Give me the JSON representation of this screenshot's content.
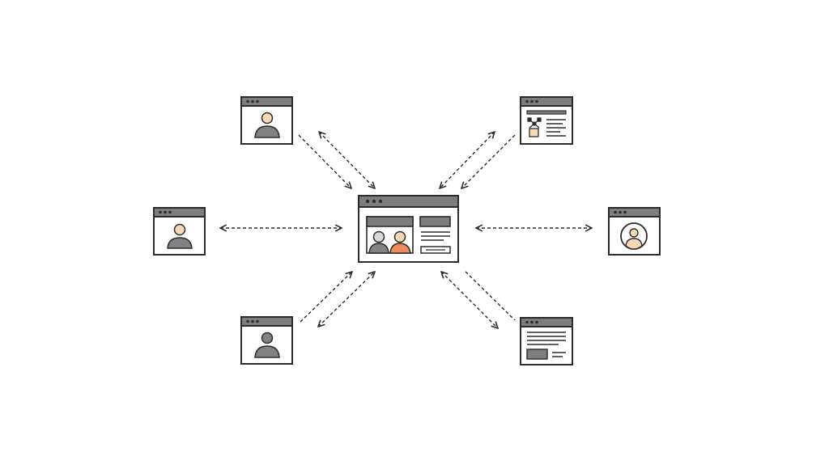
{
  "colors": {
    "background": "#ffffff",
    "stroke": "#2b2b2b",
    "title_bar": "#7d7d7d",
    "dot": "#2b2b2b",
    "skin": "#f7d9b5",
    "body_gray": "#828282",
    "accent_orange": "#ef8a5d",
    "dashed_line": "#2b2b2b"
  },
  "nodes": {
    "central": {
      "kind": "dashboard-window",
      "icon": "video-meeting-window-icon"
    },
    "top_left": {
      "kind": "user-window",
      "icon": "user-profile-window-icon"
    },
    "top_right": {
      "kind": "diagram-doc-window",
      "icon": "document-diagram-window-icon"
    },
    "left": {
      "kind": "user-window",
      "icon": "user-profile-window-icon"
    },
    "right": {
      "kind": "avatar-window",
      "icon": "circle-avatar-window-icon"
    },
    "bottom_left": {
      "kind": "user-window",
      "icon": "user-gray-window-icon"
    },
    "bottom_right": {
      "kind": "text-doc-window",
      "icon": "text-document-window-icon"
    }
  },
  "connections": [
    {
      "from": "top_left",
      "to": "central",
      "style": "bidirectional-dashed"
    },
    {
      "from": "top_right",
      "to": "central",
      "style": "bidirectional-dashed"
    },
    {
      "from": "left",
      "to": "central",
      "style": "bidirectional-dashed"
    },
    {
      "from": "right",
      "to": "central",
      "style": "bidirectional-dashed"
    },
    {
      "from": "bottom_left",
      "to": "central",
      "style": "bidirectional-dashed"
    },
    {
      "from": "bottom_right",
      "to": "central",
      "style": "bidirectional-dashed"
    }
  ]
}
